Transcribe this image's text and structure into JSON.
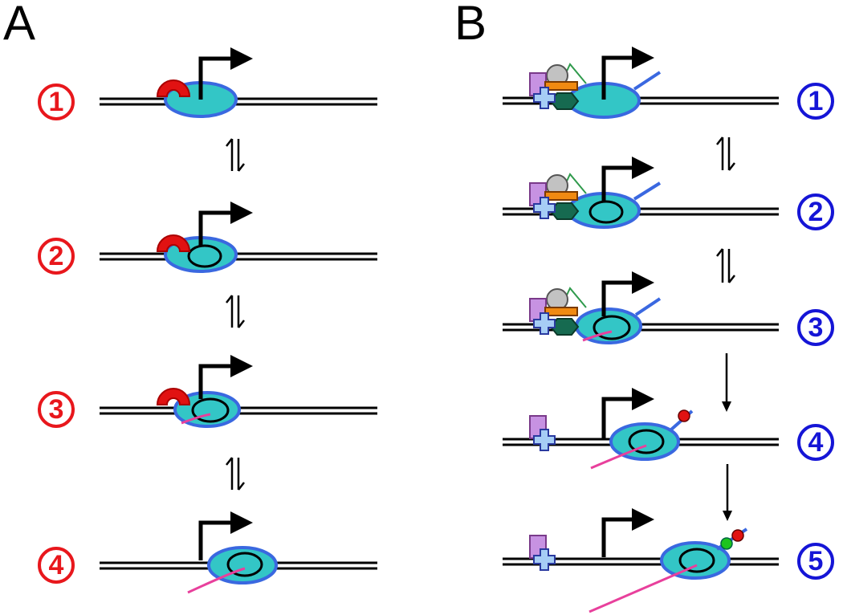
{
  "panels": {
    "a": {
      "label": "A",
      "color": "#e8171c",
      "steps": [
        "1",
        "2",
        "3",
        "4"
      ]
    },
    "b": {
      "label": "B",
      "color": "#1515d6",
      "steps": [
        "1",
        "2",
        "3",
        "4",
        "5"
      ]
    }
  },
  "colors": {
    "pol_fill": "#33c6c6",
    "pol_outline": "#3a68e0",
    "rna": "#e8409c",
    "repressor": "#e11212",
    "ctd": "#3a68e0",
    "phospho_red": "#e11212",
    "phospho_green": "#1dc41d",
    "tf_purple": "#c792e2",
    "tf_blue": "#a6cdf5",
    "tf_green": "#166a50",
    "tf_orange": "#f08a12",
    "tf_gray": "#c2c2c2",
    "tf_triangle": "#2f9a4c"
  }
}
